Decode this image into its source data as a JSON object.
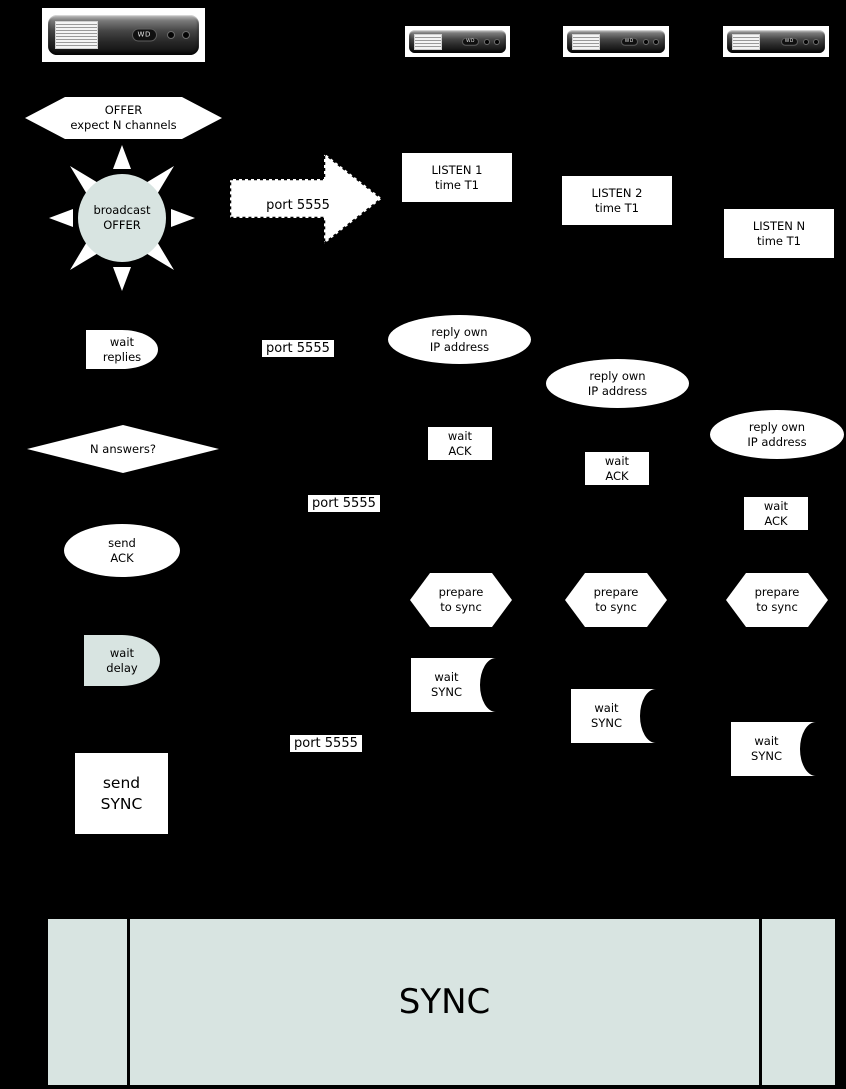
{
  "palette": {
    "background": "#000000",
    "shape": "#ffffff",
    "accent": "#d8e4e1",
    "text": "#000000"
  },
  "devices": {
    "logo": "WD"
  },
  "server_flow": {
    "offer": {
      "line1": "OFFER",
      "line2": "expect N channels"
    },
    "broadcast": {
      "line1": "broadcast",
      "line2": "OFFER"
    },
    "wait_replies": {
      "line1": "wait",
      "line2": "replies"
    },
    "n_answers": {
      "label": "N answers?"
    },
    "send_ack": {
      "line1": "send",
      "line2": "ACK"
    },
    "wait_delay": {
      "line1": "wait",
      "line2": "delay"
    },
    "send_sync": {
      "line1": "send",
      "line2": "SYNC"
    }
  },
  "ports": {
    "arrow": "port 5555",
    "reply": "port 5555",
    "ack": "port 5555",
    "sync": "port 5555"
  },
  "client_flow": {
    "listen": [
      {
        "line1": "LISTEN 1",
        "line2": "time T1"
      },
      {
        "line1": "LISTEN 2",
        "line2": "time T1"
      },
      {
        "line1": "LISTEN N",
        "line2": "time T1"
      }
    ],
    "reply_own": {
      "line1": "reply own",
      "line2": "IP address"
    },
    "wait_ack": {
      "line1": "wait",
      "line2": "ACK"
    },
    "prepare": {
      "line1": "prepare",
      "line2": "to sync"
    },
    "wait_sync": {
      "line1": "wait",
      "line2": "SYNC"
    }
  },
  "sync_bar": {
    "label": "SYNC"
  }
}
